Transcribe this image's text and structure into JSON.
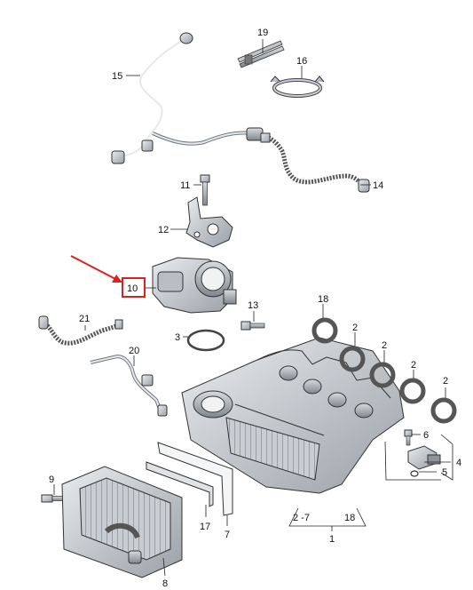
{
  "labels": {
    "p1": "1",
    "p2a": "2",
    "p2b": "2",
    "p2c": "2",
    "p2d": "2",
    "p3": "3",
    "p4": "4",
    "p5": "5",
    "p6": "6",
    "p7": "7",
    "p8": "8",
    "p9": "9",
    "p10": "10",
    "p11": "11",
    "p12": "12",
    "p13": "13",
    "p14": "14",
    "p15": "15",
    "p16": "16",
    "p17": "17",
    "p18a": "18",
    "p18b": "18",
    "p19": "19",
    "p20": "20",
    "p21": "21",
    "range_2_7": "2 -7"
  },
  "colors": {
    "highlight": "#e02020",
    "part_fill": "#cfd3d8",
    "part_dark": "#8e949b"
  }
}
